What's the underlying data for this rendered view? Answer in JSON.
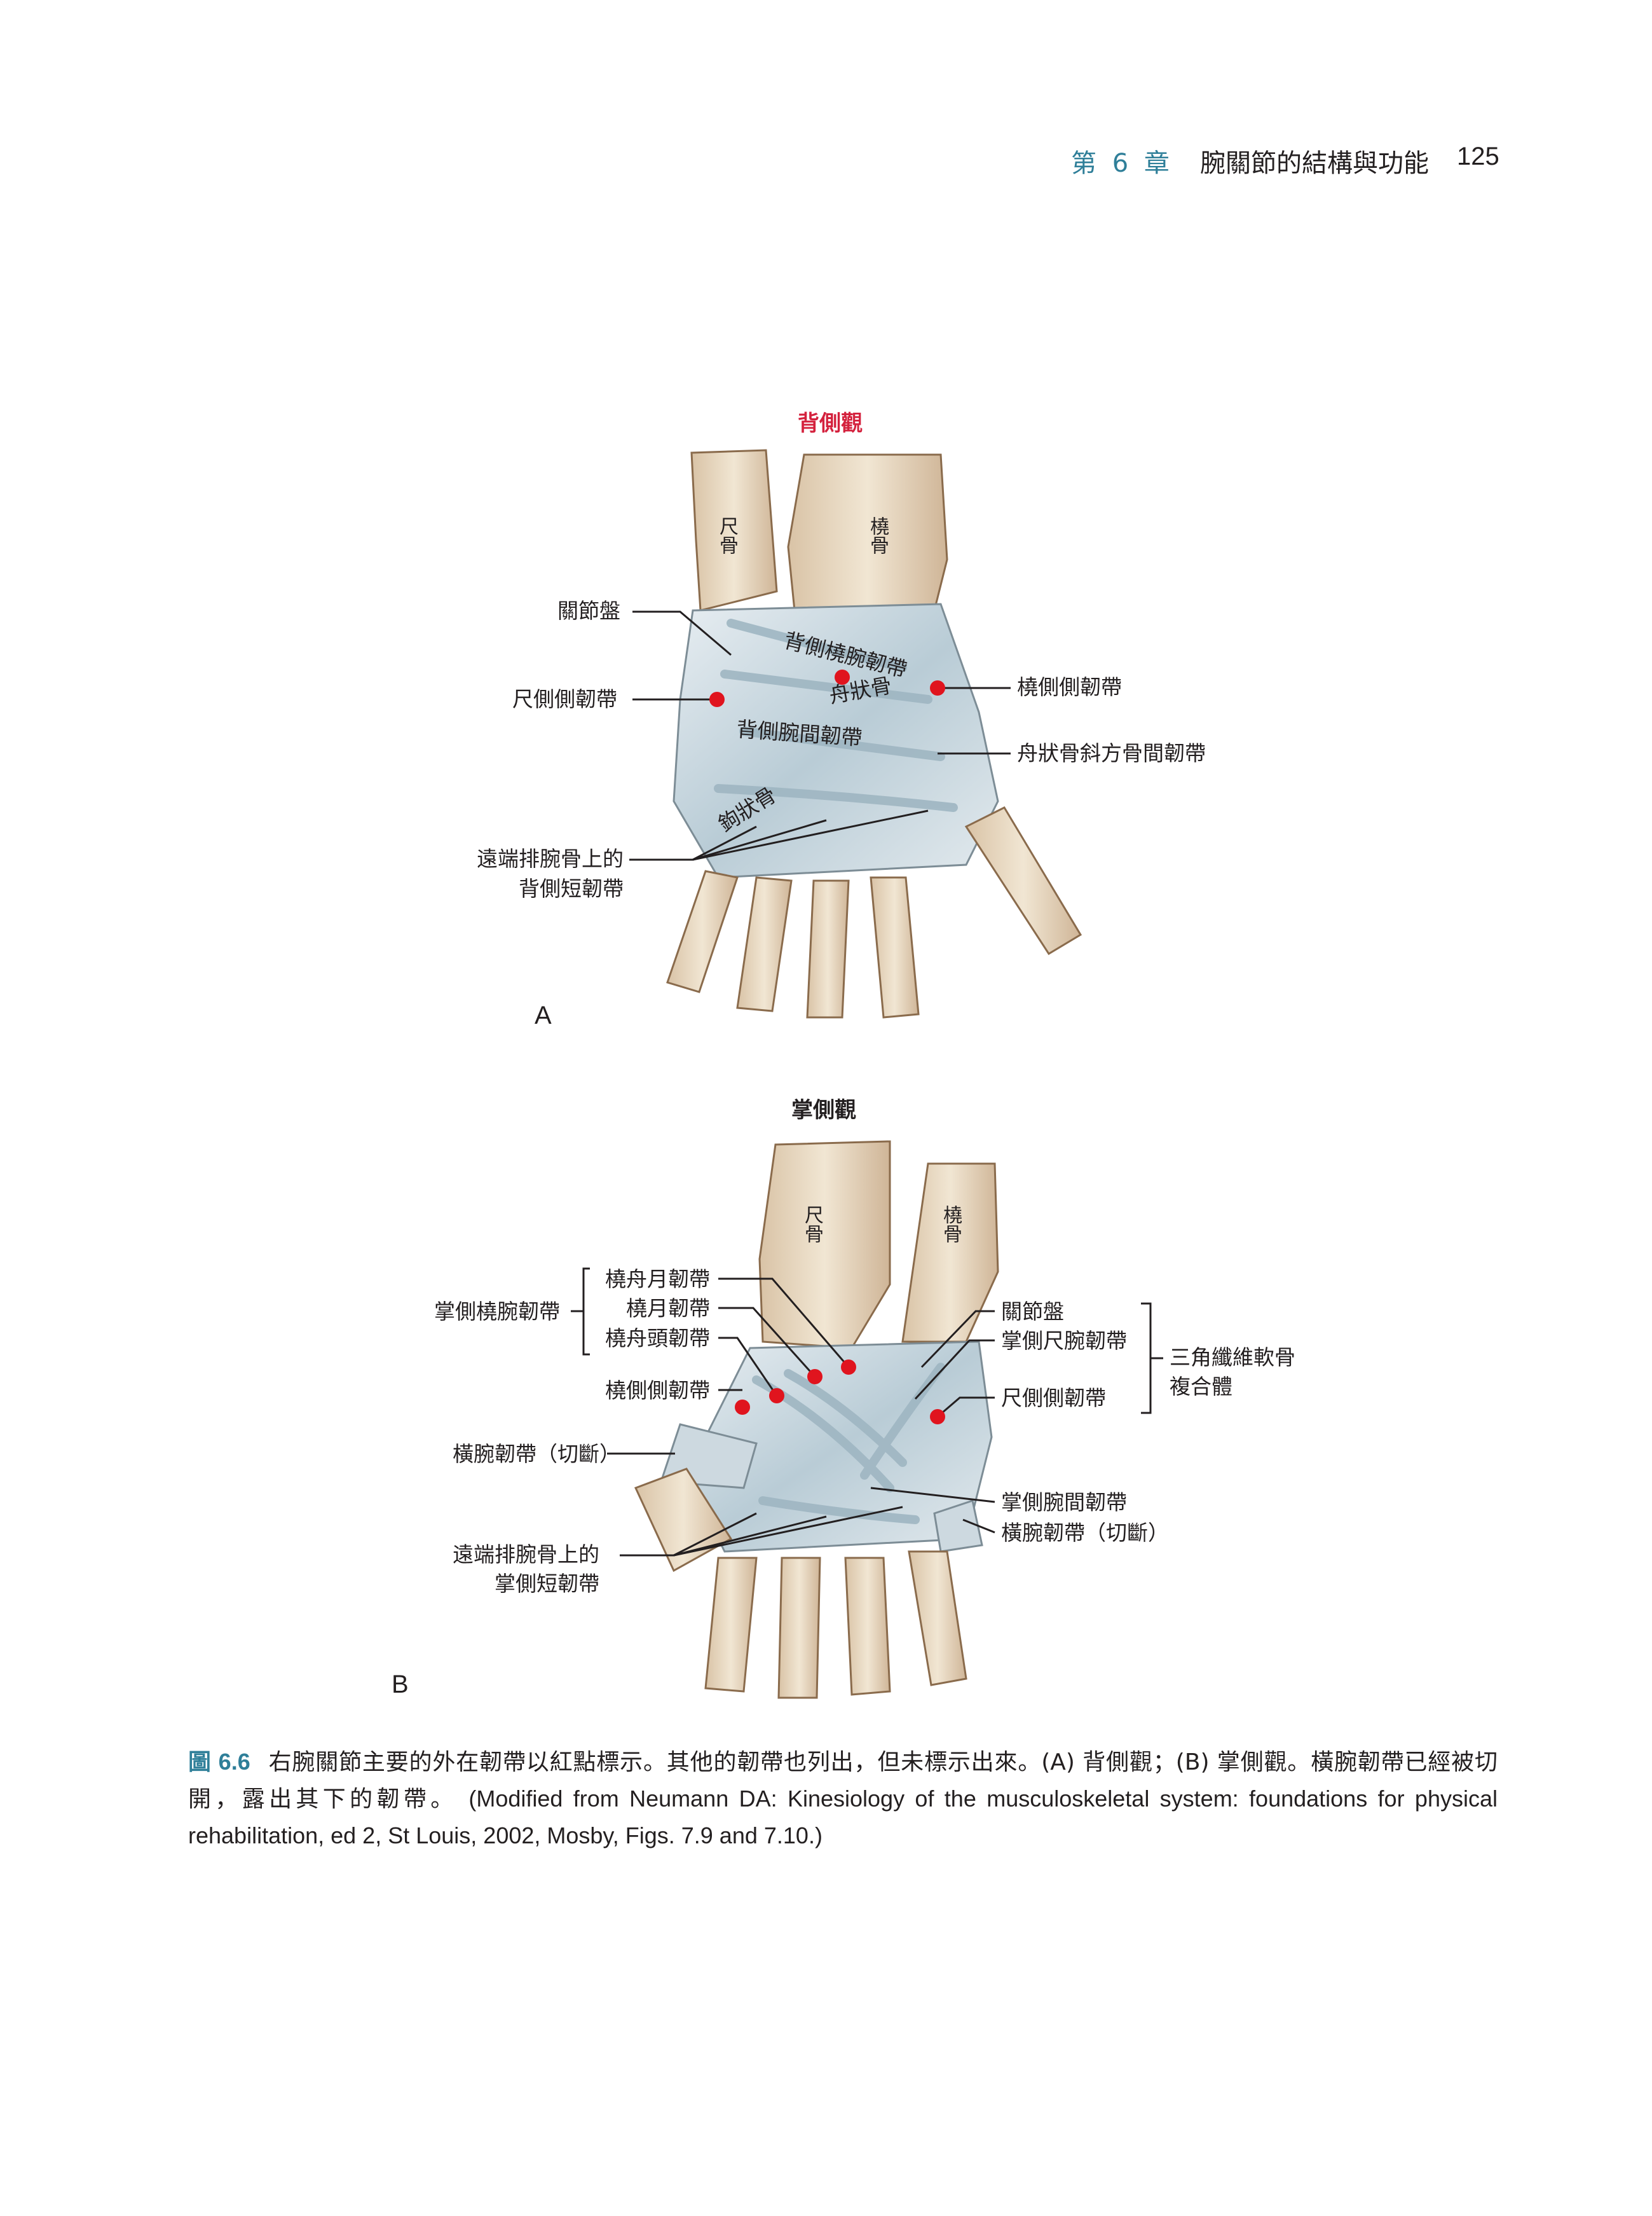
{
  "header": {
    "chapter": "第 6 章",
    "title": "腕關節的結構與功能",
    "page_number": "125"
  },
  "figure_a": {
    "view_title": "背側觀",
    "panel_letter": "A",
    "bone_labels": {
      "ulna": "尺骨",
      "radius": "橈骨"
    },
    "labels": {
      "articular_disc": "關節盤",
      "ulnar_collateral": "尺側側韌帶",
      "radial_collateral": "橈側側韌帶",
      "scaphotrapezial": "舟狀骨斜方骨間韌帶",
      "distal_row_line1": "遠端排腕骨上的",
      "distal_row_line2": "背側短韌帶",
      "dorsal_radiocarpal": "背側橈腕韌帶",
      "scaphoid": "舟狀骨",
      "dorsal_intercarpal": "背側腕間韌帶",
      "hamate": "鉤狀骨"
    },
    "marker_color": "#e0141e"
  },
  "figure_b": {
    "view_title": "掌側觀",
    "panel_letter": "B",
    "bone_labels": {
      "ulna": "尺骨",
      "radius": "橈骨"
    },
    "labels": {
      "palmar_radiocarpal_group": "掌側橈腕韌帶",
      "radioscapholunate": "橈舟月韌帶",
      "radiolunate": "橈月韌帶",
      "radioscaphocapitate": "橈舟頭韌帶",
      "radial_collateral": "橈側側韌帶",
      "transverse_carpal_left": "橫腕韌帶（切斷）",
      "distal_row_line1": "遠端排腕骨上的",
      "distal_row_line2": "掌側短韌帶",
      "articular_disc": "關節盤",
      "palmar_ulnocarpal": "掌側尺腕韌帶",
      "ulnar_collateral": "尺側側韌帶",
      "tfcc_line1": "三角纖維軟骨",
      "tfcc_line2": "複合體",
      "palmar_intercarpal": "掌側腕間韌帶",
      "transverse_carpal_right": "橫腕韌帶（切斷）"
    }
  },
  "caption": {
    "number": "圖 6.6",
    "text_zh": "右腕關節主要的外在韌帶以紅點標示。其他的韌帶也列出，但未標示出來。(A) 背側觀；(B) 掌側觀。橫腕韌帶已經被切開，露出其下的韌帶。",
    "text_en": "(Modified from Neumann DA: Kinesiology of the musculoskeletal system: foundations for physical rehabilitation, ed 2, St Louis, 2002, Mosby, Figs. 7.9 and 7.10.)"
  }
}
